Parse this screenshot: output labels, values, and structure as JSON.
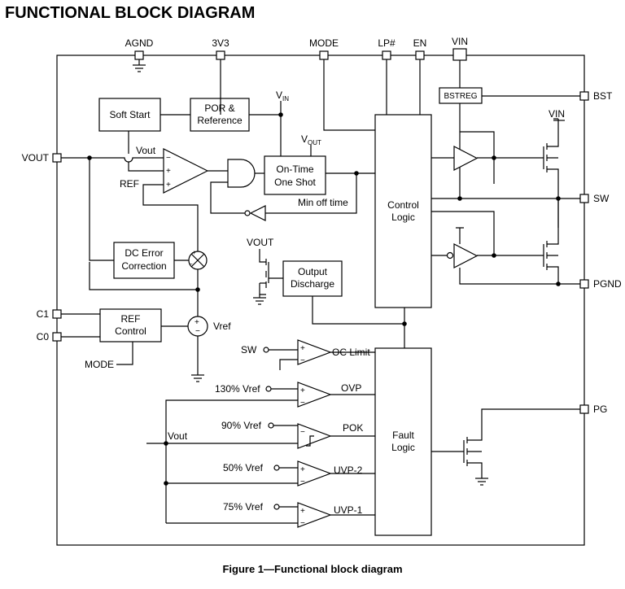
{
  "title": "FUNCTIONAL BLOCK DIAGRAM",
  "caption": "Figure 1—Functional block diagram",
  "pins": {
    "agnd": "AGND",
    "v3v3": "3V3",
    "mode": "MODE",
    "lp": "LP#",
    "en": "EN",
    "vin": "VIN",
    "bst": "BST",
    "sw": "SW",
    "pgnd": "PGND",
    "pg": "PG",
    "vout": "VOUT",
    "c1": "C1",
    "c0": "C0"
  },
  "blocks": {
    "soft_start": "Soft Start",
    "por_line1": "POR &",
    "por_line2": "Reference",
    "ontime_line1": "On-Time",
    "ontime_line2": "One Shot",
    "control_line1": "Control",
    "control_line2": "Logic",
    "fault_line1": "Fault",
    "fault_line2": "Logic",
    "dc_line1": "DC Error",
    "dc_line2": "Correction",
    "output_line1": "Output",
    "output_line2": "Discharge",
    "ref_line1": "REF",
    "ref_line2": "Control",
    "bstreg": "BSTREG"
  },
  "labels": {
    "vout_int": "Vout",
    "ref": "REF",
    "vin_main": "V",
    "vin_sub": "IN",
    "vout_ot_main": "V",
    "vout_ot_sub": "OUT",
    "min_off": "Min off time",
    "vout_dis": "VOUT",
    "vref": "Vref",
    "mode_ref": "MODE",
    "vin_hs": "VIN",
    "sw_in": "SW",
    "oc_limit": "OC Limit",
    "ovp_in": "130% Vref",
    "ovp": "OVP",
    "pok_in": "90% Vref",
    "pok": "POK",
    "vout_fault": "Vout",
    "uvp2_in": "50% Vref",
    "uvp2": "UVP-2",
    "uvp1_in": "75% Vref",
    "uvp1": "UVP-1"
  }
}
